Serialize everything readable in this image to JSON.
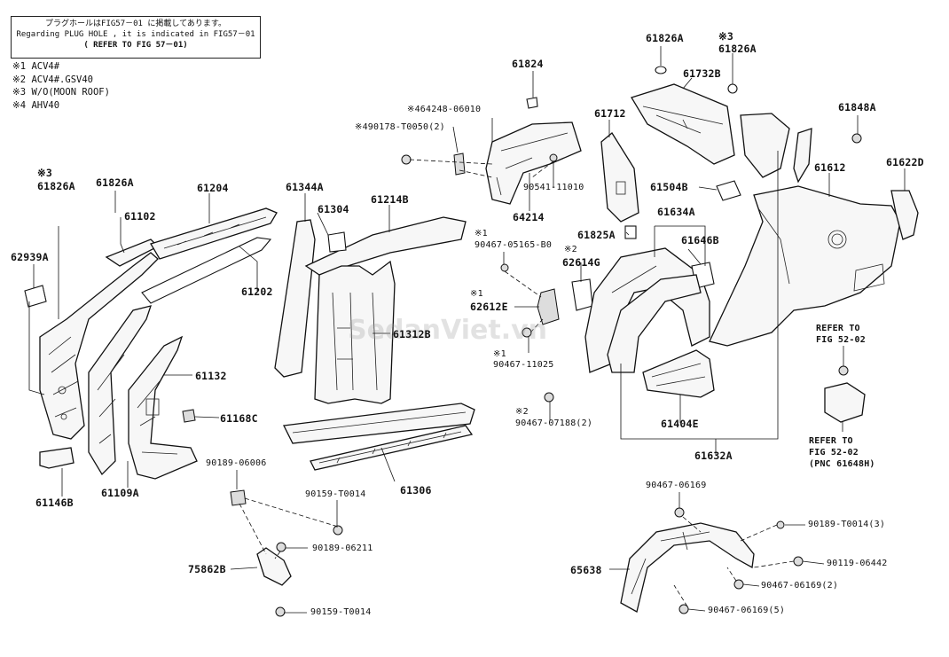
{
  "note": {
    "line1": "プラグホールはFIG57－01 に掲載してあります。",
    "line2": "Regarding PLUG HOLE , it is indicated in FIG57－01",
    "line3": "( REFER TO FIG 57－01)"
  },
  "legend": [
    "※1 ACV4#",
    "※2 ACV4#.GSV40",
    "※3 W/O(MOON ROOF)",
    "※4 AHV40"
  ],
  "labels": {
    "p61826A_left_mark": "※3",
    "p61826A_left": "61826A",
    "p61826A_mid": "61826A",
    "p61102": "61102",
    "p61204": "61204",
    "p62939A": "62939A",
    "p61202": "61202",
    "p61344A": "61344A",
    "p61304": "61304",
    "p61214B": "61214B",
    "p61132": "61132",
    "p61168C": "61168C",
    "p61146B": "61146B",
    "p61109A": "61109A",
    "p90189_06006": "90189-06006",
    "p90159_T0014_a": "90159-T0014",
    "p61306": "61306",
    "p61312B": "61312B",
    "p90189_06211": "90189-06211",
    "p75862B": "75862B",
    "p90159_T0014_b": "90159-T0014",
    "p61824": "61824",
    "p464248": "※464248-06010",
    "p490178": "※490178-T0050(2)",
    "p90541": "90541-11010",
    "p64214": "64214",
    "p90467_05165_mark": "※1",
    "p90467_05165": "90467-05165-B0",
    "p62614G_mark": "※2",
    "p62614G": "62614G",
    "p62612E_mark": "※1",
    "p62612E": "62612E",
    "p90467_11025_mark": "※1",
    "p90467_11025": "90467-11025",
    "p90467_07188_mark": "※2",
    "p90467_07188": "90467-07188(2)",
    "p61826A_top": "61826A",
    "p61826A_top2_mark": "※3",
    "p61826A_top2": "61826A",
    "p61732B": "61732B",
    "p61712": "61712",
    "p61848A": "61848A",
    "p61622D": "61622D",
    "p61612": "61612",
    "p61504B": "61504B",
    "p61634A": "61634A",
    "p61825A": "61825A",
    "p61646B": "61646B",
    "p61404E": "61404E",
    "p61632A": "61632A",
    "refer1_l1": "REFER TO",
    "refer1_l2": "FIG 52-02",
    "refer2_l1": "REFER TO",
    "refer2_l2": "FIG 52-02",
    "refer2_l3": "(PNC 61648H)",
    "p90467_06169_top": "90467-06169",
    "p90189_T0014_3": "90189-T0014(3)",
    "p65638": "65638",
    "p90119_06442": "90119-06442",
    "p90467_06169_2": "90467-06169(2)",
    "p90467_06169_5": "90467-06169(5)"
  },
  "watermark": "SedanViet.vn"
}
